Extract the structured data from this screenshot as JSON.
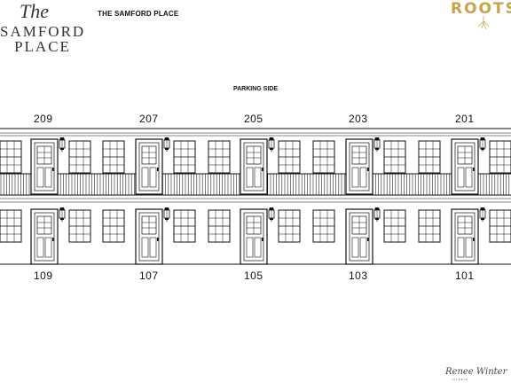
{
  "logo": {
    "the": "The",
    "line1": "SAMFORD",
    "line2": "PLACE"
  },
  "header": {
    "title": "THE SAMFORD PLACE"
  },
  "brand": {
    "name": "ROOTS",
    "color": "#c9a24a"
  },
  "section": {
    "label": "PARKING SIDE"
  },
  "units": {
    "upper": [
      "209",
      "207",
      "205",
      "203",
      "201"
    ],
    "lower": [
      "109",
      "107",
      "105",
      "103",
      "101"
    ]
  },
  "footer": {
    "signature": "Renee Winter",
    "signature_sub": "INTERIO"
  }
}
